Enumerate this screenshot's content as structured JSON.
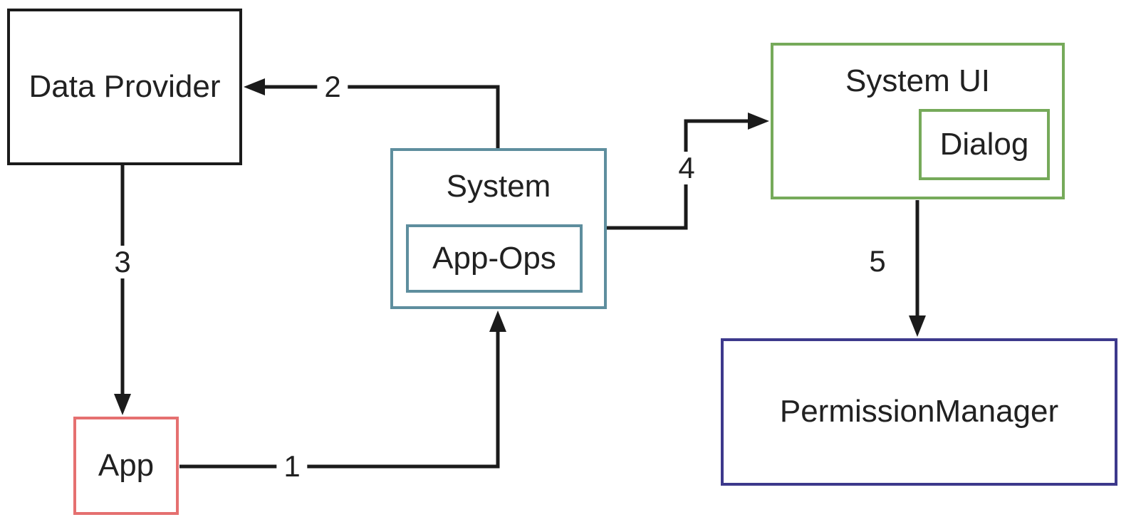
{
  "diagram": {
    "background": "#ffffff",
    "line_color": "#1b1b1b",
    "text_color": "#212121",
    "nodes": {
      "data_provider": {
        "label": "Data Provider",
        "border_color": "#1b1b1b"
      },
      "system": {
        "label": "System",
        "border_color": "#5e8e9e"
      },
      "app_ops": {
        "label": "App-Ops",
        "border_color": "#5e8e9e"
      },
      "system_ui": {
        "label": "System UI",
        "border_color": "#76aa5a"
      },
      "dialog": {
        "label": "Dialog",
        "border_color": "#76aa5a"
      },
      "app": {
        "label": "App",
        "border_color": "#e57070"
      },
      "permission_manager": {
        "label": "PermissionManager",
        "border_color": "#3d398c"
      }
    },
    "edges": [
      {
        "label": "1",
        "from": "App",
        "to": "System"
      },
      {
        "label": "2",
        "from": "System",
        "to": "Data Provider"
      },
      {
        "label": "3",
        "from": "Data Provider",
        "to": "App"
      },
      {
        "label": "4",
        "from": "System",
        "to": "System UI"
      },
      {
        "label": "5",
        "from": "System UI",
        "to": "PermissionManager"
      }
    ]
  }
}
